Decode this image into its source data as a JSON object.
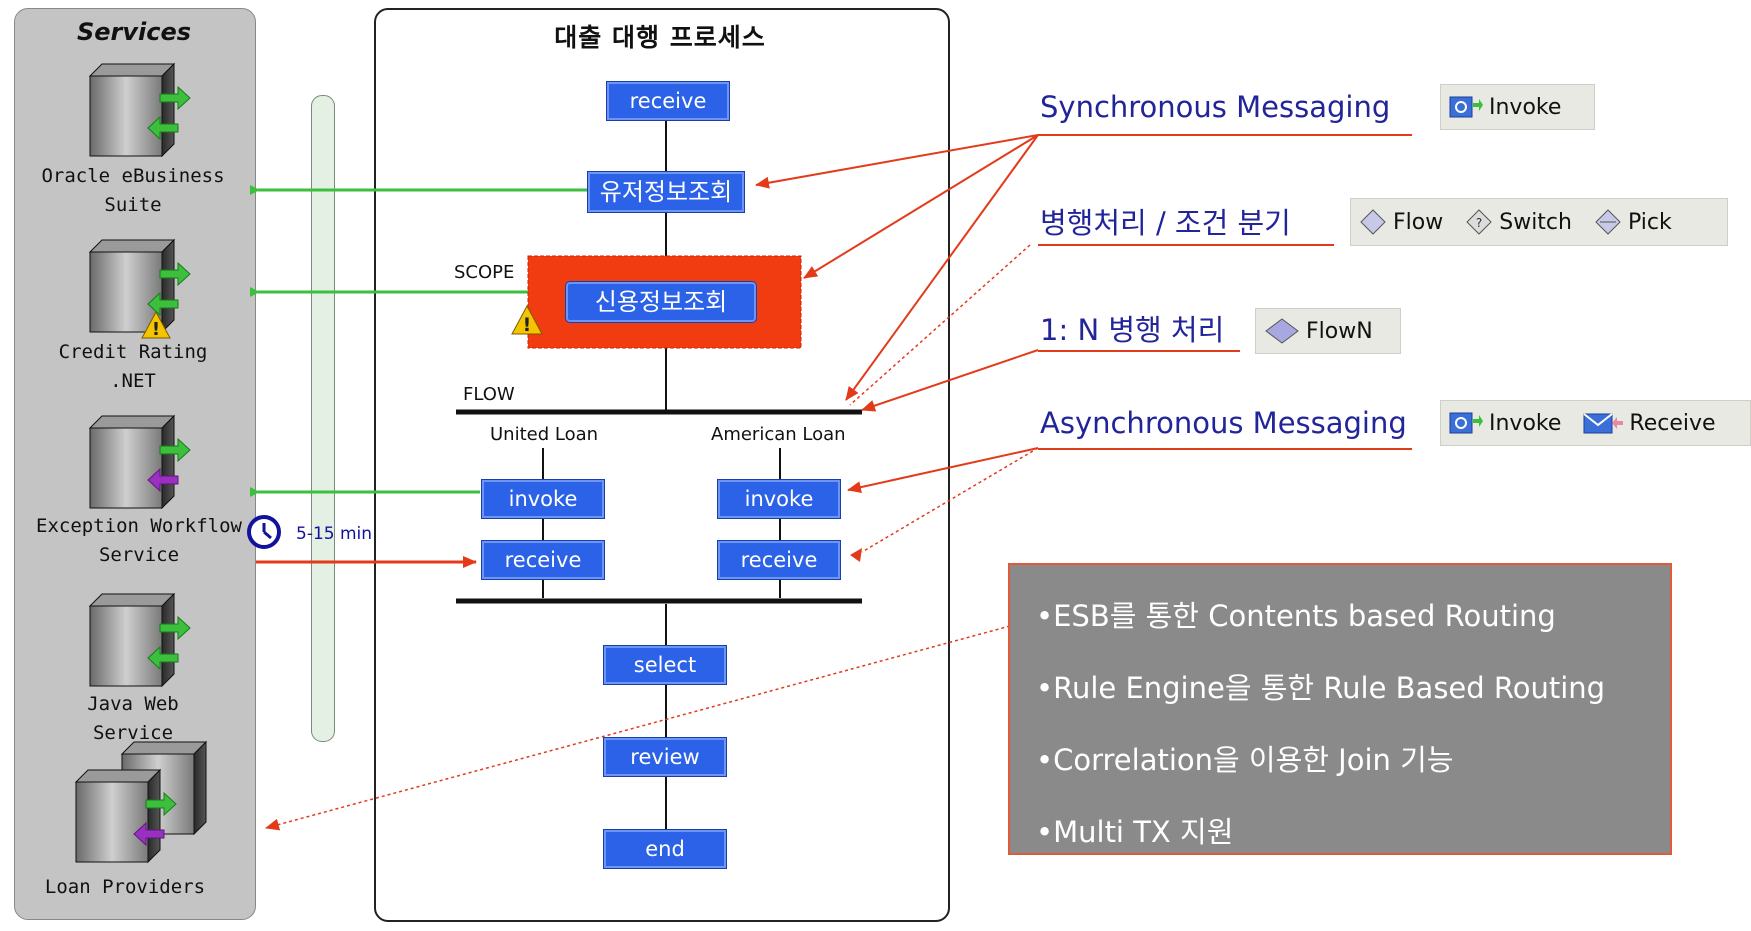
{
  "services": {
    "title": "Services",
    "items": [
      {
        "line1": "Oracle eBusiness",
        "line2": "Suite"
      },
      {
        "line1": "Credit Rating",
        "line2": ".NET"
      },
      {
        "line1": "Exception Workflow",
        "line2": "Service"
      },
      {
        "line1": "Java Web",
        "line2": "Service"
      },
      {
        "line1": "Loan Providers",
        "line2": ""
      }
    ]
  },
  "process": {
    "title": "대출 대행 프로세스",
    "scope_label": "SCOPE",
    "flow_label": "FLOW",
    "branch_left": "United Loan",
    "branch_right": "American Loan",
    "timer": "5-15 min",
    "activities": {
      "receive_top": "receive",
      "user_lookup": "유저정보조회",
      "credit_lookup": "신용정보조회",
      "invoke_left": "invoke",
      "invoke_right": "invoke",
      "receive_left": "receive",
      "receive_right": "receive",
      "select": "select",
      "review": "review",
      "end": "end"
    }
  },
  "legend": {
    "sync": "Synchronous Messaging",
    "parallel": "병행처리 / 조건 분기",
    "flown": "1: N 병행 처리",
    "async": "Asynchronous Messaging",
    "tools_sync": [
      "Invoke"
    ],
    "tools_parallel": [
      "Flow",
      "Switch",
      "Pick"
    ],
    "tools_flown": [
      "FlowN"
    ],
    "tools_async": [
      "Invoke",
      "Receive"
    ]
  },
  "features": [
    "•ESB를 통한 Contents based Routing",
    "•Rule Engine을 통한 Rule Based Routing",
    "•Correlation을 이용한 Join 기능",
    "•Multi TX 지원"
  ],
  "colors": {
    "activity_blue": "#2b62e8",
    "arrow_green": "#3cbf3c",
    "arrow_red": "#e33a1a",
    "scope_red": "#f03c10",
    "legend_blue": "#22249a"
  },
  "icons": [
    "server-icon",
    "warning-icon",
    "clock-icon",
    "gear-icon",
    "diamond-icon",
    "envelope-icon"
  ]
}
